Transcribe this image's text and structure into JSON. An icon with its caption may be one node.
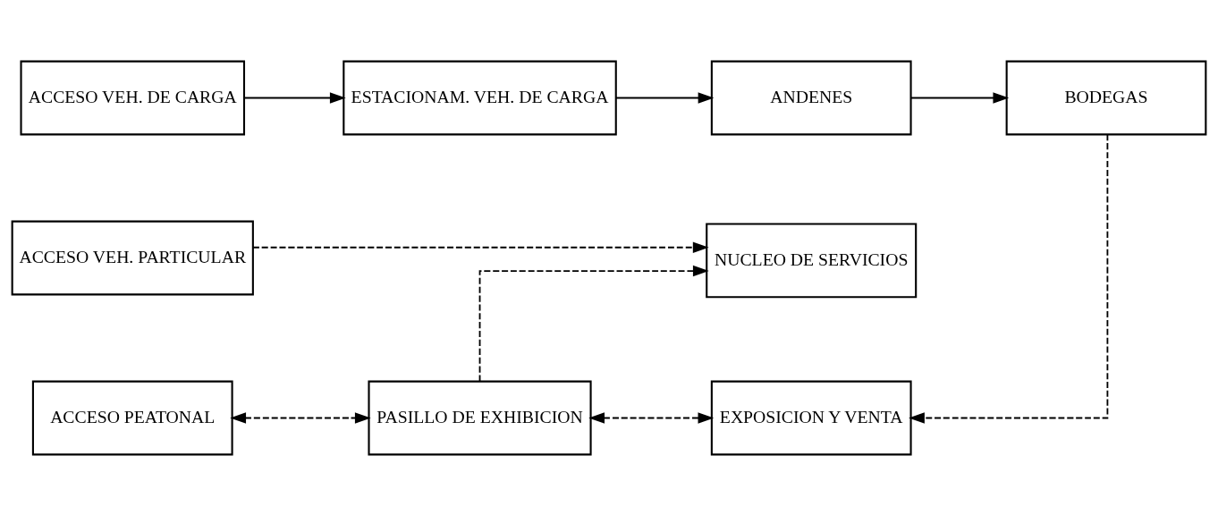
{
  "diagram": {
    "nodes": [
      {
        "text": [
          "ACCESO VEH. DE CARGA"
        ]
      },
      {
        "text": [
          "ESTACIONAM. VEH. DE CARGA"
        ]
      },
      {
        "text": [
          "ANDENES"
        ]
      },
      {
        "text": [
          "BODEGAS"
        ]
      },
      {
        "text": [
          "ACCESO PEATONAL"
        ]
      },
      {
        "text": [
          "PASILLO DE EXHIBICION"
        ]
      },
      {
        "text": [
          "EXPOSICION Y VENTA"
        ]
      },
      {
        "text": [
          "NUCLEO DE SERVICIOS"
        ]
      },
      {
        "text": [
          "ACCESO VEH. PARTICULAR"
        ]
      }
    ],
    "edges": [
      {
        "from": 0,
        "to": 1,
        "arrow": "to"
      },
      {
        "from": 1,
        "to": 2,
        "arrow": "to"
      },
      {
        "from": 2,
        "to": 3,
        "arrow": "to"
      },
      {
        "from": 3,
        "to": 6,
        "arrow": "to",
        "style": "dashed"
      },
      {
        "from": 4,
        "to": 5,
        "arrow": "both",
        "style": "dashed"
      },
      {
        "from": 5,
        "to": 6,
        "arrow": "both",
        "style": "dashed"
      },
      {
        "from": 5,
        "to": 7,
        "arrow": "to",
        "style": "dashed"
      },
      {
        "from": 8,
        "to": 7,
        "arrow": "to",
        "style": "dashed"
      }
    ]
  }
}
